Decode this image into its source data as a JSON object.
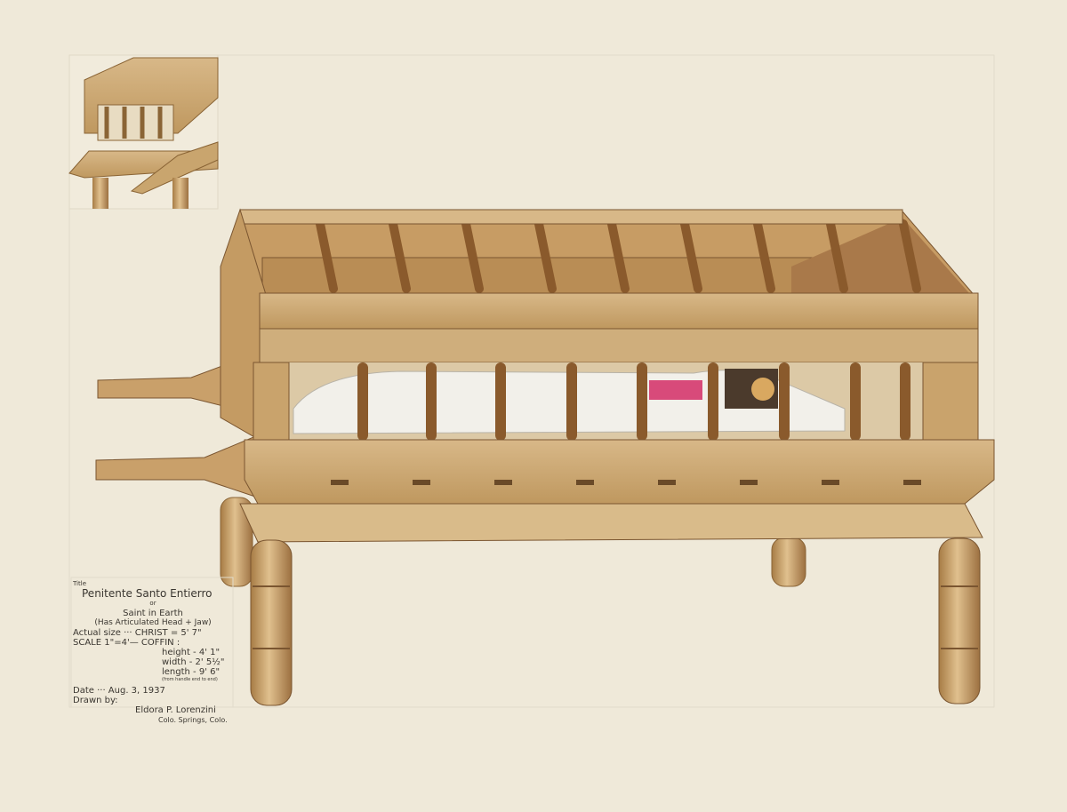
{
  "label": {
    "title_caption": "Title",
    "title": "Penitente Santo Entierro",
    "or": "or",
    "subtitle": "Saint in Earth",
    "note": "(Has Articulated Head + Jaw)",
    "actual_size": "Actual size ··· CHRIST = 5' 7\"",
    "scale": "SCALE 1\"=4'— COFFIN :",
    "height": "height - 4' 1\"",
    "width": "width - 2' 5½\"",
    "length": "length - 9' 6\"",
    "length_note": "(from handle end to end)",
    "date": "Date ··· Aug. 3, 1937",
    "drawn_by": "Drawn by:",
    "artist": "Eldora P. Lorenzini",
    "location": "Colo. Springs, Colo."
  },
  "colors": {
    "paper": "#efe9d9",
    "wood": "#c9a56e",
    "wood_dark": "#8a6435",
    "cloth": "#f2f0ea",
    "accent_pink": "#d84a7a"
  }
}
